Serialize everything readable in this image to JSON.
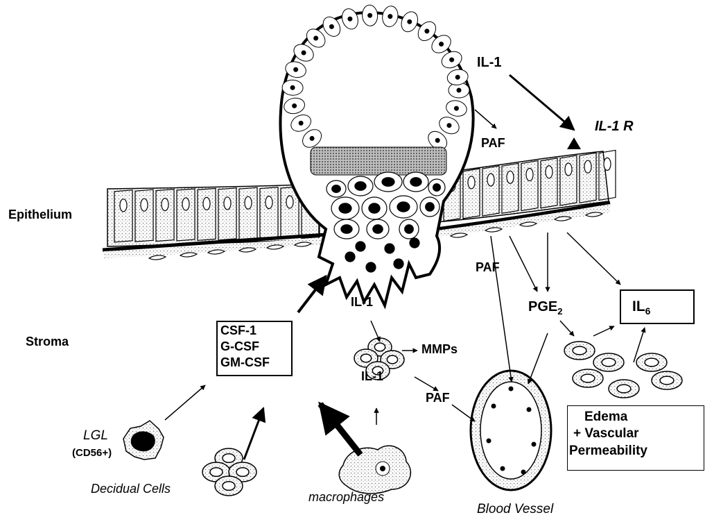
{
  "labels": {
    "epithelium": "Epithelium",
    "stroma": "Stroma",
    "il1_top": "IL-1",
    "il1r": "IL-1 R",
    "paf_top": "PAF",
    "paf_mid": "PAF",
    "il1_mid": "IL-1",
    "mmps": "MMPs",
    "il1_low": "IL-1",
    "paf_low": "PAF",
    "pge2": "PGE",
    "pge2_sub": "2",
    "il6": "IL",
    "il6_sub": "6",
    "lgl": "LGL",
    "cd56": "(CD56+)",
    "decidual": "Decidual Cells",
    "macrophages": "macrophages",
    "blood_vessel": "Blood Vessel"
  },
  "csf_box": [
    "CSF-1",
    "G-CSF",
    "GM-CSF"
  ],
  "edema_box": [
    "Edema",
    "+ Vascular",
    "Permeability"
  ],
  "colors": {
    "ink": "#000000",
    "background": "#ffffff",
    "stipple": "#9a9a9a"
  }
}
